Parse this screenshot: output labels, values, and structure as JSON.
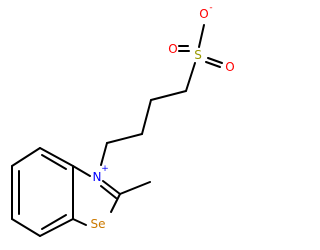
{
  "molecule": {
    "atoms": {
      "oxygen_top": {
        "symbol": "O",
        "charge": "-"
      },
      "sulfur": {
        "symbol": "S"
      },
      "oxygen_left": {
        "symbol": "O"
      },
      "oxygen_right": {
        "symbol": "O"
      },
      "nitrogen": {
        "symbol": "N",
        "charge": "+"
      },
      "selenium": {
        "symbol": "Se"
      }
    },
    "colors": {
      "bond": "#000000",
      "oxygen": "#ff0000",
      "sulfur": "#999900",
      "nitrogen": "#0000ff",
      "selenium": "#cc7a00"
    }
  }
}
